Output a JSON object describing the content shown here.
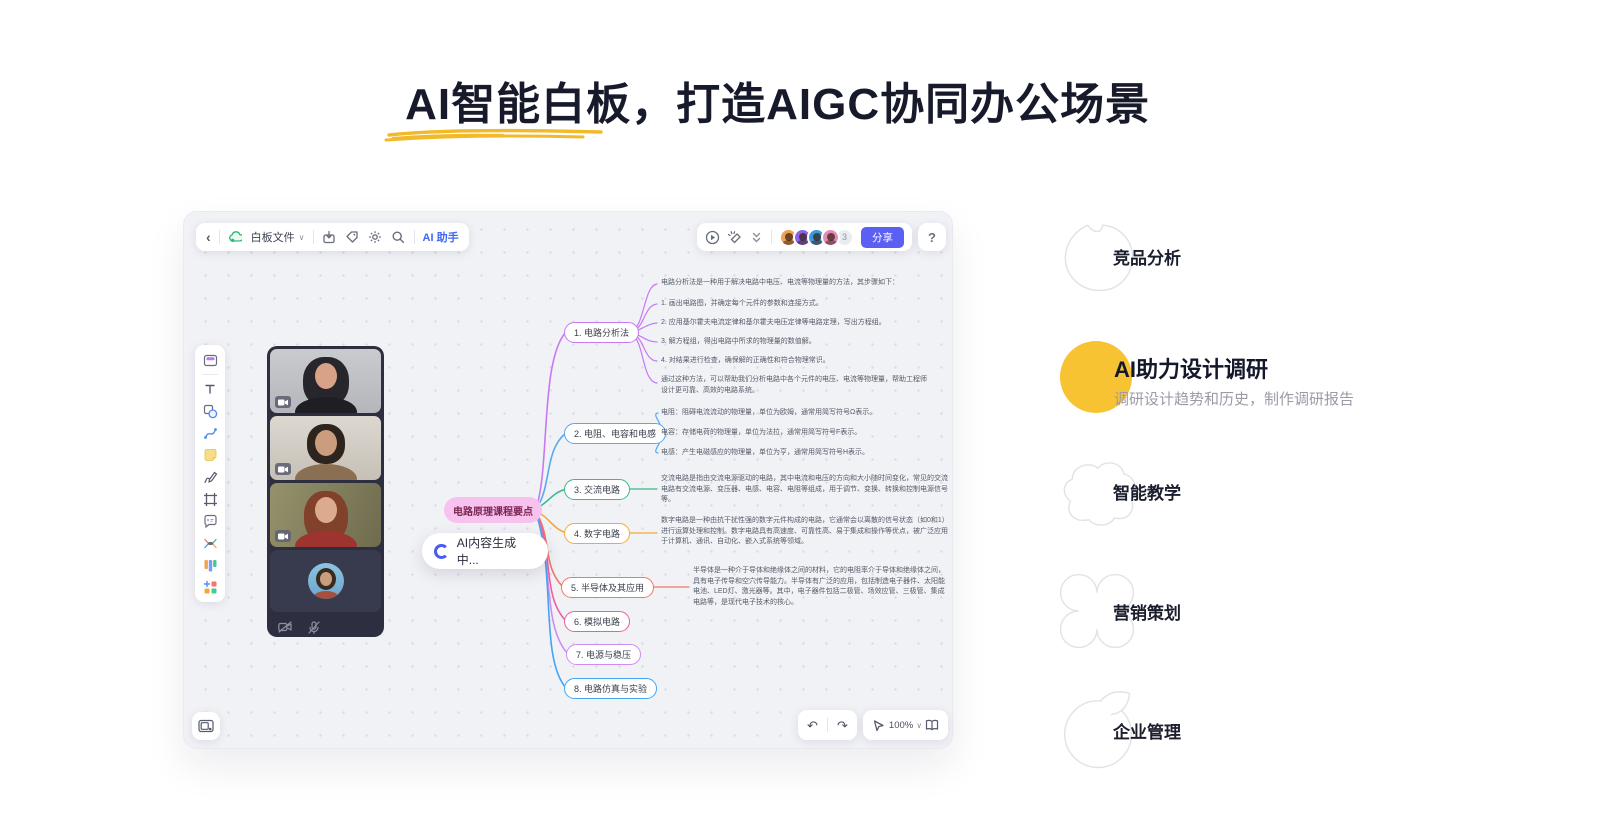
{
  "page": {
    "title": "AI智能白板，打造AIGC协同办公场景",
    "title_color": "#171a2b",
    "underline_color": "#f2b929"
  },
  "whiteboard": {
    "toolbar": {
      "back_icon": "‹",
      "doc_name": "白板文件",
      "caret": "∨",
      "ai_assistant": "AI 助手",
      "collab_count": "3",
      "share_label": "分享",
      "help_glyph": "?",
      "accent": "#5b5ff4",
      "avatar_colors": [
        "#f0a24f",
        "#8a63e8",
        "#3a9bd8",
        "#e88ab8"
      ]
    },
    "canvas": {
      "ai_generating": "AI内容生成中...",
      "mindmap": {
        "center": {
          "label": "电路原理课程要点",
          "bg": "#f8c2ee",
          "text_color": "#7c2553"
        },
        "branches": [
          {
            "label": "1. 电路分析法",
            "color": "#c879f2",
            "notes": [
              "电路分析法是一种用于解决电路中电压、电流等物理量的方法，其步骤如下：",
              "1. 画出电路图，并确定每个元件的参数和连接方式。",
              "2. 应用基尔霍夫电流定律和基尔霍夫电压定律等电路定理，写出方程组。",
              "3. 解方程组，得出电路中所求的物理量的数值解。",
              "4. 对结果进行检查，确保解的正确性和符合物理常识。",
              "通过这种方法，可以帮助我们分析电路中各个元件的电压、电流等物理量，帮助工程师设计更可靠、高效的电路系统。"
            ]
          },
          {
            "label": "2. 电阻、电容和电感",
            "color": "#55a8f2",
            "notes": [
              "电阻：阻碍电流流动的物理量，单位为欧姆，通常用简写符号Ω表示。",
              "电容：存储电荷的物理量，单位为法拉，通常用简写符号F表示。",
              "电感：产生电磁感应的物理量，单位为亨，通常用简写符号H表示。"
            ]
          },
          {
            "label": "3. 交流电路",
            "color": "#3cb98a",
            "notes": [
              "交流电路是指由交流电源驱动的电路，其中电流和电压的方向和大小随时间变化，常见的交流电路有交流电源、变压器、电感、电容、电阻等组成，用于调节、变换、转换和控制电源信号等。"
            ]
          },
          {
            "label": "4. 数字电路",
            "color": "#f2a93b",
            "notes": [
              "数字电路是一种由抗干扰性强的数字元件构成的电路，它通常会以离散的信号状态（如0和1）进行运算处理和控制。数字电路具有高速度、可靠性高、易于集成和操作等优点，被广泛应用于计算机、通讯、自动化、嵌入式系统等领域。"
            ]
          },
          {
            "label": "5. 半导体及其应用",
            "color": "#f2766b",
            "notes": [
              "半导体是一种介于导体和绝缘体之间的材料，它的电阻率介于导体和绝缘体之间，具有电子传导和空穴传导能力。半导体有广泛的应用，包括制造电子器件、太阳能电池、LED灯、激光器等。其中，电子器件包括二极管、场效应管、三极管、集成电路等，是现代电子技术的核心。"
            ]
          },
          {
            "label": "6. 模拟电路",
            "color": "#ee5f9a",
            "notes": []
          },
          {
            "label": "7. 电源与稳压",
            "color": "#cf8df2",
            "notes": []
          },
          {
            "label": "8. 电路仿真与实验",
            "color": "#45a4f2",
            "notes": []
          }
        ]
      }
    },
    "footer": {
      "undo_glyph": "↶",
      "redo_glyph": "↷",
      "zoom_level": "100%",
      "caret": "∨"
    }
  },
  "menu": {
    "active_color": "#f8c332",
    "items": [
      {
        "label": "竞品分析",
        "active": false
      },
      {
        "label": "AI助力设计调研",
        "active": true,
        "subtitle": "调研设计趋势和历史，制作调研报告"
      },
      {
        "label": "智能教学",
        "active": false
      },
      {
        "label": "营销策划",
        "active": false
      },
      {
        "label": "企业管理",
        "active": false
      }
    ]
  }
}
